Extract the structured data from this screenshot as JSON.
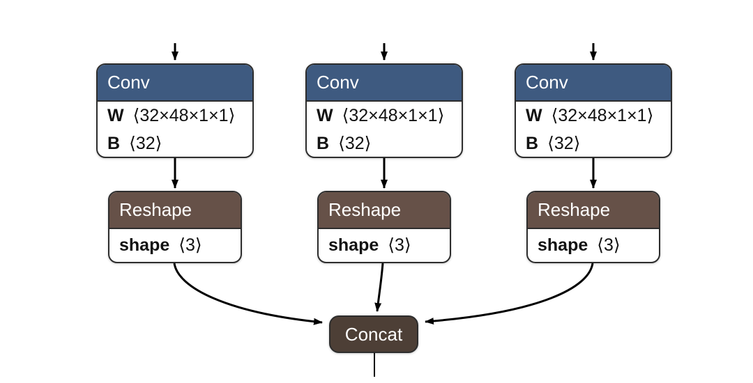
{
  "graph": {
    "nodes": {
      "conv1": {
        "op": "Conv",
        "params": [
          {
            "name": "W",
            "value": "⟨32×48×1×1⟩"
          },
          {
            "name": "B",
            "value": "⟨32⟩"
          }
        ]
      },
      "conv2": {
        "op": "Conv",
        "params": [
          {
            "name": "W",
            "value": "⟨32×48×1×1⟩"
          },
          {
            "name": "B",
            "value": "⟨32⟩"
          }
        ]
      },
      "conv3": {
        "op": "Conv",
        "params": [
          {
            "name": "W",
            "value": "⟨32×48×1×1⟩"
          },
          {
            "name": "B",
            "value": "⟨32⟩"
          }
        ]
      },
      "reshape1": {
        "op": "Reshape",
        "params": [
          {
            "name": "shape",
            "value": "⟨3⟩"
          }
        ]
      },
      "reshape2": {
        "op": "Reshape",
        "params": [
          {
            "name": "shape",
            "value": "⟨3⟩"
          }
        ]
      },
      "reshape3": {
        "op": "Reshape",
        "params": [
          {
            "name": "shape",
            "value": "⟨3⟩"
          }
        ]
      },
      "concat": {
        "op": "Concat"
      }
    },
    "edges": [
      {
        "from": "input-1",
        "to": "conv1"
      },
      {
        "from": "input-2",
        "to": "conv2"
      },
      {
        "from": "input-3",
        "to": "conv3"
      },
      {
        "from": "conv1",
        "to": "reshape1"
      },
      {
        "from": "conv2",
        "to": "reshape2"
      },
      {
        "from": "conv3",
        "to": "reshape3"
      },
      {
        "from": "reshape1",
        "to": "concat"
      },
      {
        "from": "reshape2",
        "to": "concat"
      },
      {
        "from": "reshape3",
        "to": "concat"
      },
      {
        "from": "concat",
        "to": "output"
      }
    ]
  },
  "colors": {
    "conv_header": "#3e5a80",
    "reshape_header": "#665148",
    "concat_fill": "#4d3f36",
    "node_border": "#2d2d2d",
    "edge": "#000000"
  }
}
